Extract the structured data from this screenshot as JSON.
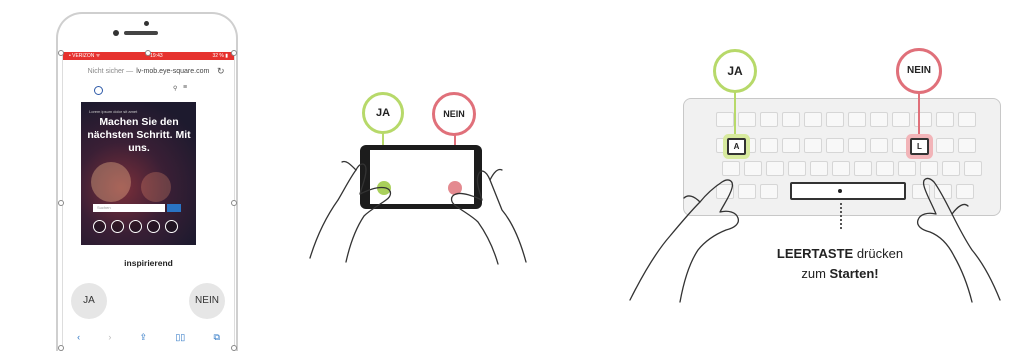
{
  "phone": {
    "status_left": "• VERIZON ᯤ",
    "status_center": "19:43",
    "status_right": "32 % ▮",
    "url_prefix": "Nicht sicher —",
    "url_host": "lv-mob.eye-square.com",
    "hero_tag": "Lorem ipsum dolor sit amet",
    "hero_headline": "Machen Sie den nächsten Schritt. Mit uns.",
    "search_placeholder": "Suchen",
    "category_label": "inspirierend",
    "ja_label": "JA",
    "nein_label": "NEIN"
  },
  "tablet": {
    "ja_label": "JA",
    "nein_label": "NEIN"
  },
  "keyboard": {
    "ja_label": "JA",
    "nein_label": "NEIN",
    "key_a": "A",
    "key_l": "L",
    "instruction_bold": "LEERTASTE",
    "instruction_rest": " drücken",
    "instruction_line2_pre": "zum ",
    "instruction_line2_bold": "Starten!"
  },
  "colors": {
    "yes_green": "#b7d96a",
    "no_red": "#e0707a",
    "status_red": "#e6322e",
    "link_blue": "#2a74c4"
  }
}
